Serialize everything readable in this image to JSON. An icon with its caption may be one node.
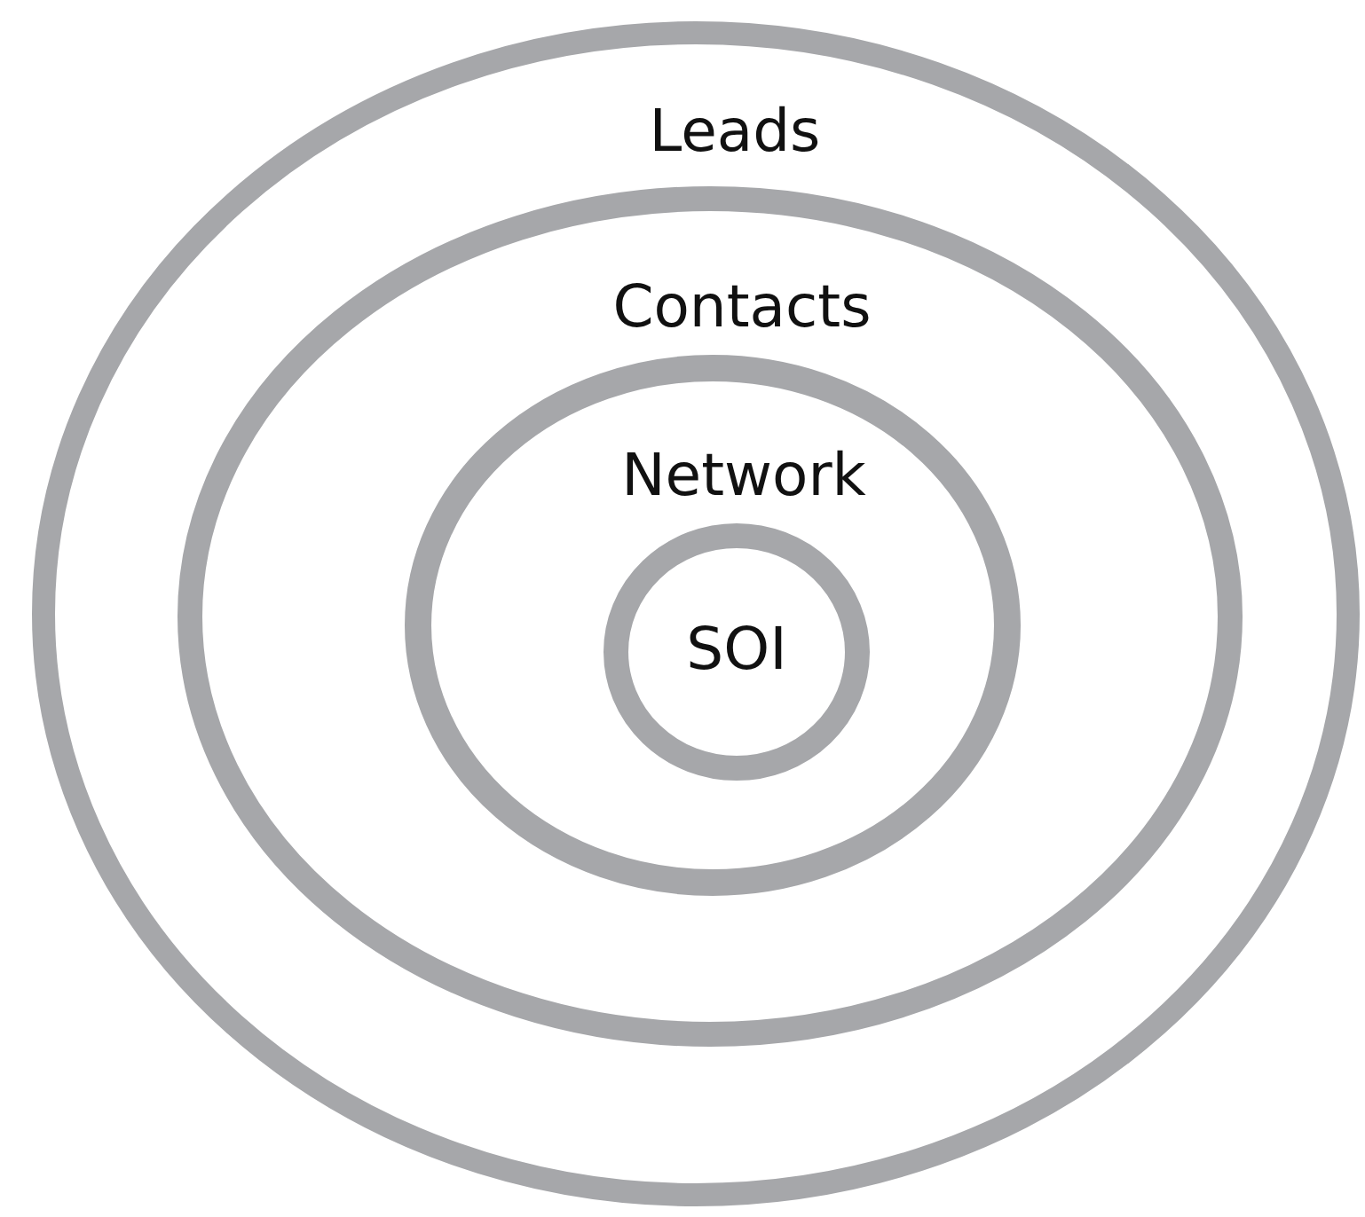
{
  "diagram": {
    "nodes": [
      {
        "text": [
          "Leads"
        ]
      },
      {
        "text": [
          "Contacts"
        ],
        "in": 0
      },
      {
        "text": [
          "Network"
        ],
        "in": 1
      },
      {
        "text": [
          "SOI"
        ],
        "in": 2
      }
    ]
  }
}
